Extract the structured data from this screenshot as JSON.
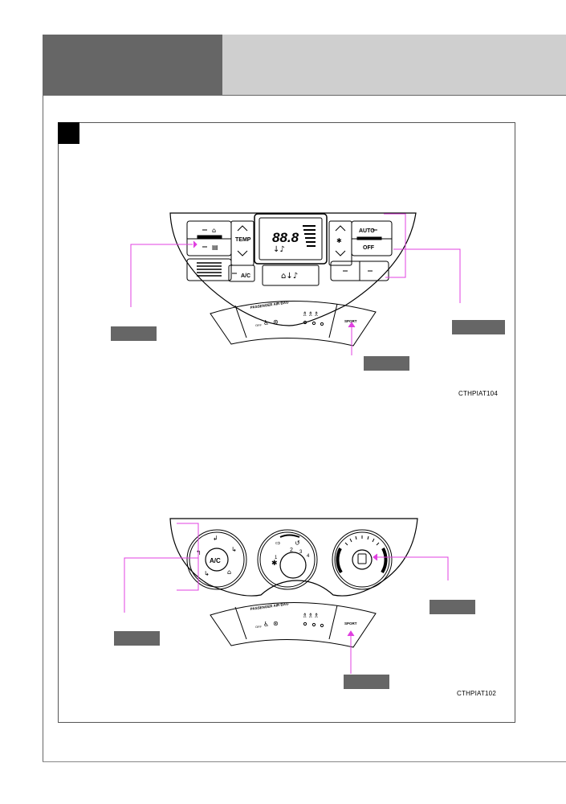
{
  "figure1": {
    "display_value": "88.8",
    "temp_label": "TEMP",
    "auto_label": "AUTO",
    "off_label": "OFF",
    "ac_label": "A/C",
    "airbag_label": "PASSENGER AIR BAG",
    "off_icon_text": "OFF",
    "sport_label": "SPORT",
    "code": "CTHPIAT104"
  },
  "figure2": {
    "ac_label": "A/C",
    "fan_speeds": [
      "1",
      "2",
      "3",
      "4"
    ],
    "airbag_label": "PASSENGER AIR BAG",
    "off_icon_text": "OFF",
    "sport_label": "SPORT",
    "code": "CTHPIAT102"
  },
  "colors": {
    "callout": "#e040e0",
    "header_dark": "#666666",
    "header_light": "#cfcfcf"
  }
}
